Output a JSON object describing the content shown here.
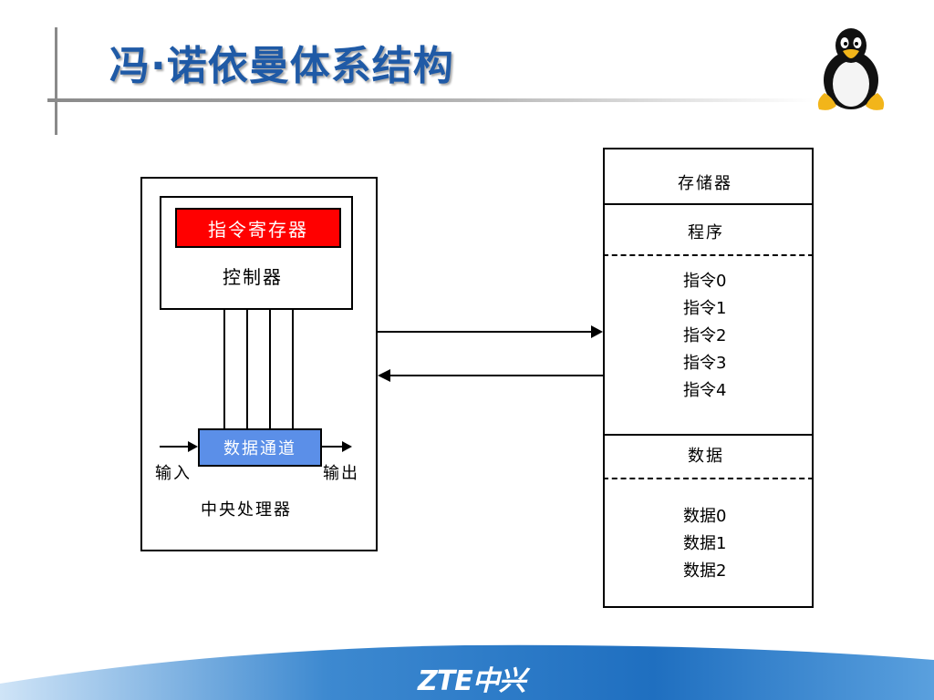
{
  "title": "冯·诺依曼体系结构",
  "cpu": {
    "label": "中央处理器",
    "controller_label": "控制器",
    "instruction_register_label": "指令寄存器",
    "datapath_label": "数据通道",
    "input_label": "输入",
    "output_label": "输出"
  },
  "memory": {
    "label": "存储器",
    "program_label": "程序",
    "instructions": [
      "指令0",
      "指令1",
      "指令2",
      "指令3",
      "指令4"
    ],
    "data_label": "数据",
    "data_items": [
      "数据0",
      "数据1",
      "数据2"
    ]
  },
  "footer": {
    "logo_text": "ZTE中兴"
  },
  "colors": {
    "title": "#1f5aa6",
    "instruction_register_fill": "#ff0000",
    "datapath_fill": "#5b8fe8",
    "footer_band": "#1f6fc0"
  }
}
